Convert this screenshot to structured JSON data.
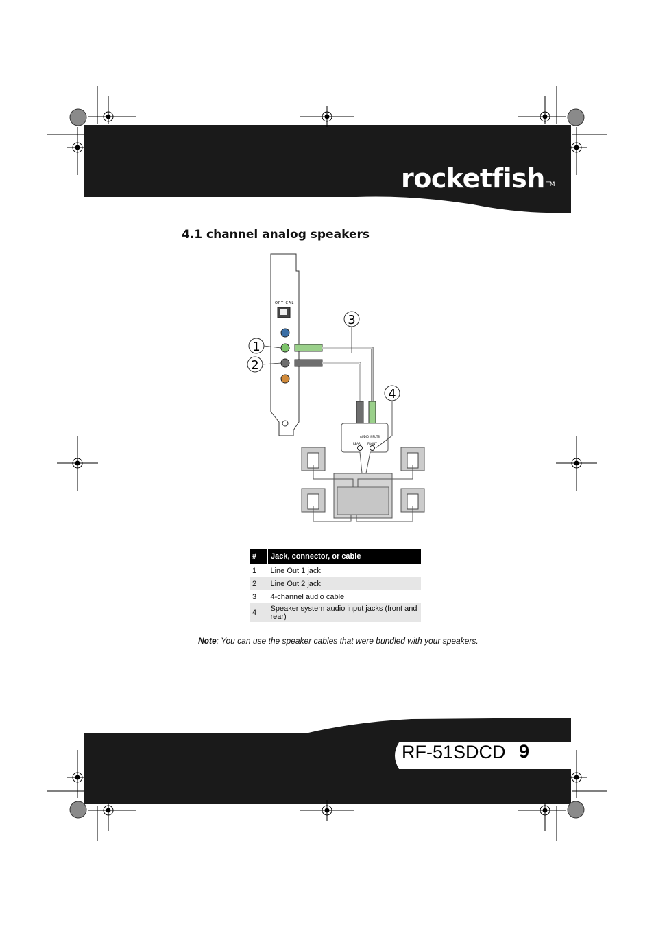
{
  "logo": {
    "text": "rocketfish",
    "trademark": "TM"
  },
  "section_title": "4.1 channel analog speakers",
  "diagram": {
    "callouts": [
      "1",
      "2",
      "3",
      "4"
    ],
    "card_label": "OPTICAL",
    "hub_labels": {
      "top": "AUDIO INPUTS",
      "rear": "REAR",
      "front": "FRONT"
    }
  },
  "table": {
    "headers": [
      "#",
      "Jack, connector, or cable"
    ],
    "rows": [
      [
        "1",
        "Line Out 1 jack"
      ],
      [
        "2",
        "Line Out 2 jack"
      ],
      [
        "3",
        "4-channel audio cable"
      ],
      [
        "4",
        "Speaker system audio input jacks (front and rear)"
      ]
    ]
  },
  "note": {
    "label": "Note",
    "text": ": You can use the speaker cables that were bundled with your speakers."
  },
  "footer": {
    "model": "RF-51SDCD",
    "page": "9"
  },
  "colors": {
    "band": "#1a1a1a",
    "green_plug": "#9ad08a",
    "gray_plug": "#6e6e6e"
  }
}
